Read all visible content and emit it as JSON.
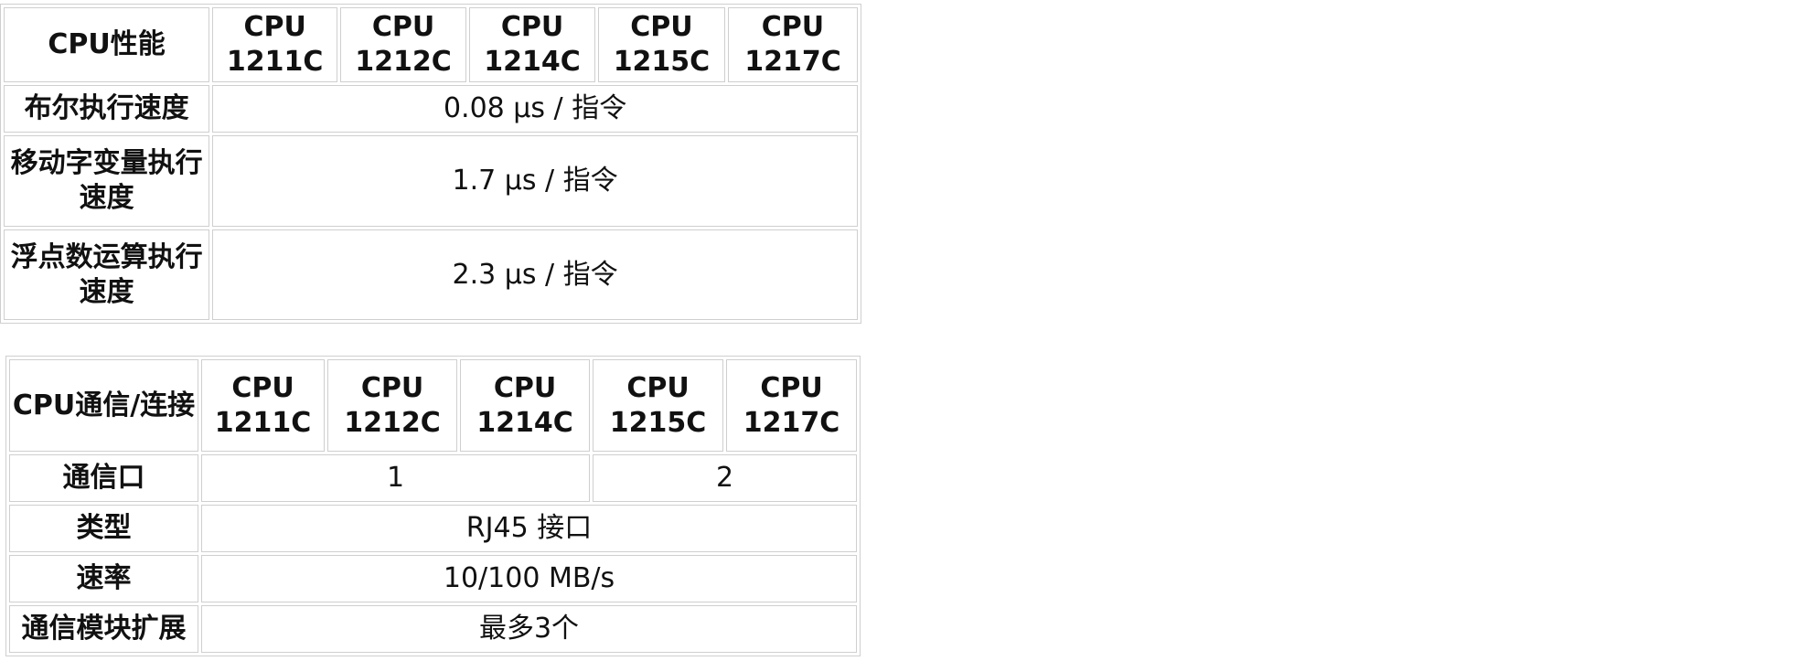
{
  "perf_table": {
    "header": {
      "label": "CPU性能",
      "models": [
        "CPU 1211C",
        "CPU 1212C",
        "CPU 1214C",
        "CPU 1215C",
        "CPU 1217C"
      ]
    },
    "rows": [
      {
        "label": "布尔执行速度",
        "value": "0.08 μs / 指令"
      },
      {
        "label": "移动字变量执行速度",
        "value": "1.7 μs / 指令"
      },
      {
        "label": "浮点数运算执行速度",
        "value": "2.3 μs / 指令"
      }
    ]
  },
  "comm_table": {
    "header": {
      "label": "CPU通信/连接",
      "models": [
        "CPU 1211C",
        "CPU 1212C",
        "CPU 1214C",
        "CPU 1215C",
        "CPU 1217C"
      ]
    },
    "ports_row": {
      "label": "通信口",
      "value_a": "1",
      "value_b": "2"
    },
    "rows": [
      {
        "label": "类型",
        "value": "RJ45 接口"
      },
      {
        "label": "速率",
        "value": "10/100 MB/s"
      },
      {
        "label": "通信模块扩展",
        "value": "最多3个"
      }
    ]
  }
}
